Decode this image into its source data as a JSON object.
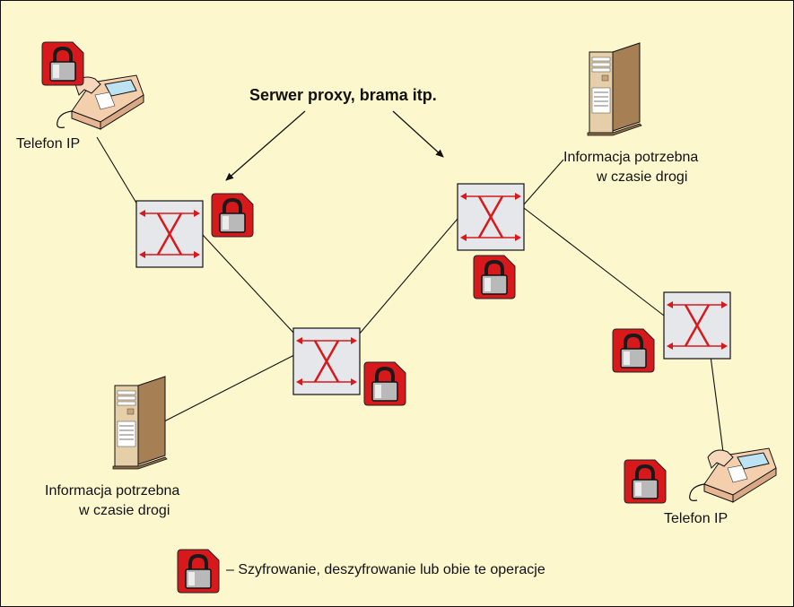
{
  "title": "Serwer proxy, brama itp.",
  "phone_top_label": "Telefon IP",
  "phone_bottom_label": "Telefon IP",
  "server_top_label_1": "Informacja potrzebna",
  "server_top_label_2": "w czasie drogi",
  "server_bottom_label_1": "Informacja potrzebna",
  "server_bottom_label_2": "w czasie drogi",
  "legend_text": "– Szyfrowanie, deszyfrowanie lub obie te operacje",
  "colors": {
    "background": "#fdf7cd",
    "lock_red": "#d7191c",
    "switch_fill": "#e6e7ea",
    "arrow_red": "#d7191c",
    "server_tan": "#e5cfa9",
    "phone_peach": "#f3cfad"
  },
  "icons": [
    "padlock-icon",
    "switch-icon",
    "server-icon",
    "ip-phone-icon"
  ]
}
